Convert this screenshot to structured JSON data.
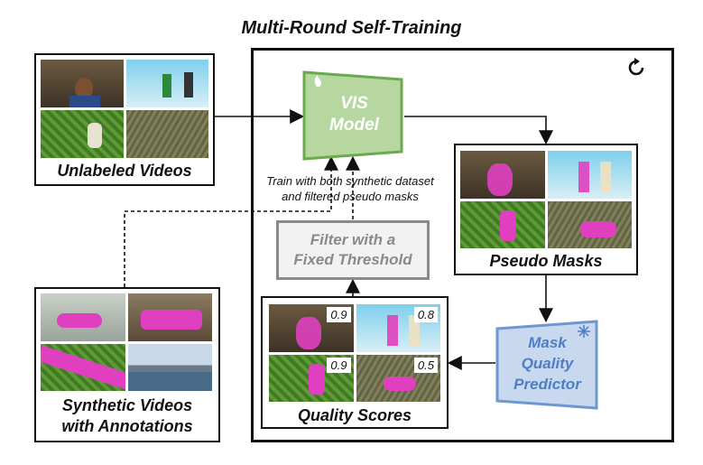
{
  "title": "Multi-Round Self-Training",
  "vis_model": {
    "line1": "VIS",
    "line2": "Model",
    "icon": "flame-icon"
  },
  "predictor": {
    "line1": "Mask",
    "line2": "Quality",
    "line3": "Predictor",
    "icon": "snowflake-icon"
  },
  "filter": {
    "label": "Filter with a\nFixed Threshold"
  },
  "train_note": {
    "line1": "Train with both synthetic dataset",
    "line2": "and filtered pseudo masks"
  },
  "panels": {
    "unlabeled": {
      "caption": "Unlabeled Videos"
    },
    "pseudo": {
      "caption": "Pseudo Masks"
    },
    "quality": {
      "caption": "Quality Scores",
      "scores": [
        "0.9",
        "0.8",
        "0.9",
        "0.5"
      ]
    },
    "synthetic": {
      "caption_line1": "Synthetic Videos",
      "caption_line2": "with Annotations"
    }
  },
  "colors": {
    "vis_fill": "#b7d7a0",
    "vis_stroke": "#6aaa4f",
    "vis_text": "#ffffff",
    "pred_fill": "#c7d8ef",
    "pred_stroke": "#6f97cf",
    "pred_text": "#4f7ec2",
    "mask": "#e040c0",
    "filter_text": "#8a8a8a"
  },
  "reload_icon": "refresh-icon"
}
